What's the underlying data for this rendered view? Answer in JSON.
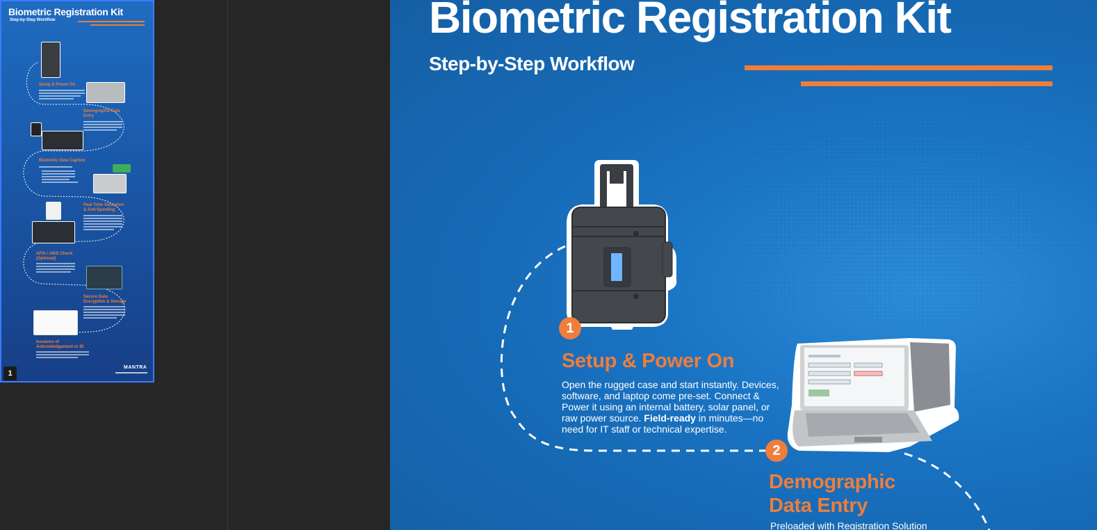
{
  "thumbnail": {
    "title": "Biometric Registration Kit",
    "subtitle": "Step-by-Step Workflow",
    "page_number": "1",
    "steps": [
      "Setup & Power On",
      "Demographic Data Entry",
      "Biometric Data Capture",
      "Real Time Validation & Anti-Spoofing",
      "AFIS / ABIS Check (Optional)",
      "Secure Data Encryption & Storage",
      "Issuance of Acknowledgement or ID"
    ],
    "logo": "MANTRA"
  },
  "slide": {
    "title": "Biometric Registration Kit",
    "subtitle": "Step-by-Step Workflow",
    "step1": {
      "number": "1",
      "title": "Setup & Power On",
      "desc_part1": "Open the rugged case and start instantly. Devices, software, and laptop come pre-set. Connect & Power it using an internal battery, solar panel, or raw power source. ",
      "desc_bold": "Field-ready",
      "desc_part2": " in minutes—no need for IT staff or technical expertise."
    },
    "step2": {
      "number": "2",
      "title_line1": "Demographic",
      "title_line2": "Data Entry",
      "desc_partial": "Preloaded with Registration Solution"
    }
  },
  "colors": {
    "accent": "#f07d3a",
    "background": "#1a6fbf",
    "app_bg": "#262626",
    "selection": "#3b7bff"
  }
}
